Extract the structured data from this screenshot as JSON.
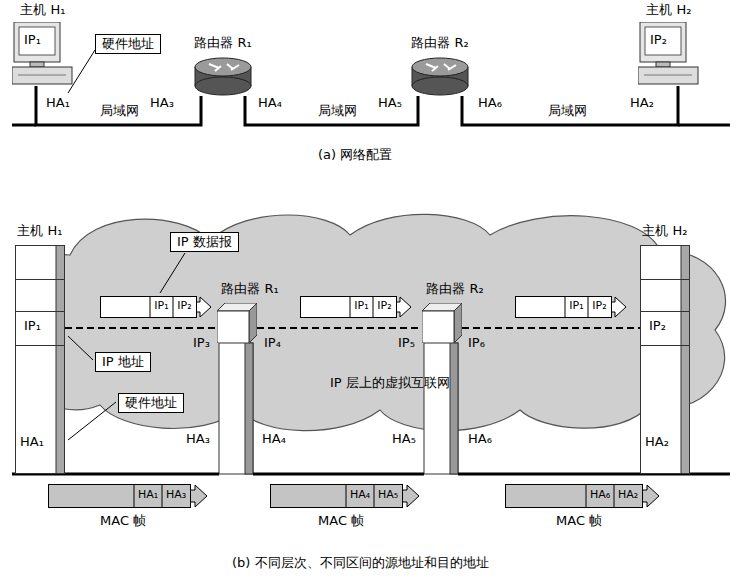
{
  "diagram": {
    "caption": "(b) 不同层次、不同区间的源地址和目的地址",
    "nodes": [
      {
        "text": [
          "主机 H₁",
          "IP₁"
        ]
      },
      {
        "text": [
          "硬件地址"
        ]
      },
      {
        "text": [
          "路由器 R₁"
        ]
      },
      {
        "text": [
          "路由器 R₂"
        ]
      },
      {
        "text": [
          "主机 H₂",
          "IP₂"
        ]
      },
      {
        "text": [
          "主机 H₁",
          "IP₁",
          "HA₁"
        ]
      },
      {
        "text": [
          "IP 数据报"
        ]
      },
      {
        "text": [
          "IP₁",
          "IP₂"
        ]
      },
      {
        "text": [
          "路由器 R₁"
        ]
      },
      {
        "text": [
          "IP₁",
          "IP₂"
        ]
      },
      {
        "text": [
          "路由器 R₂"
        ]
      },
      {
        "text": [
          "IP₁",
          "IP₂"
        ]
      },
      {
        "text": [
          "主机 H₂",
          "IP₂",
          "HA₂"
        ]
      },
      {
        "text": [
          "IP 地址"
        ]
      },
      {
        "text": [
          "硬件地址"
        ]
      },
      {
        "text": [
          "HA₁",
          "HA₃"
        ]
      },
      {
        "text": [
          "HA₄",
          "HA₅"
        ]
      },
      {
        "text": [
          "HA₆",
          "HA₂"
        ]
      }
    ],
    "edges": [
      {
        "from": 0,
        "to": 2,
        "arrow": "none"
      },
      {
        "from": 2,
        "to": 3,
        "arrow": "none"
      },
      {
        "from": 3,
        "to": 4,
        "arrow": "none"
      },
      {
        "from": 5,
        "to": 8,
        "arrow": "none"
      },
      {
        "from": 8,
        "to": 10,
        "arrow": "none"
      },
      {
        "from": 10,
        "to": 12,
        "arrow": "none"
      }
    ],
    "labels": [
      "HA₁",
      "局域网",
      "HA₃",
      "HA₄",
      "局域网",
      "HA₅",
      "HA₆",
      "局域网",
      "HA₂",
      "(a) 网络配置",
      "IP₃",
      "IP₄",
      "IP₅",
      "IP₆",
      "IP 层上的虚拟互联网",
      "HA₃",
      "HA₄",
      "HA₅",
      "HA₆",
      "MAC 帧",
      "MAC 帧",
      "MAC 帧"
    ]
  }
}
